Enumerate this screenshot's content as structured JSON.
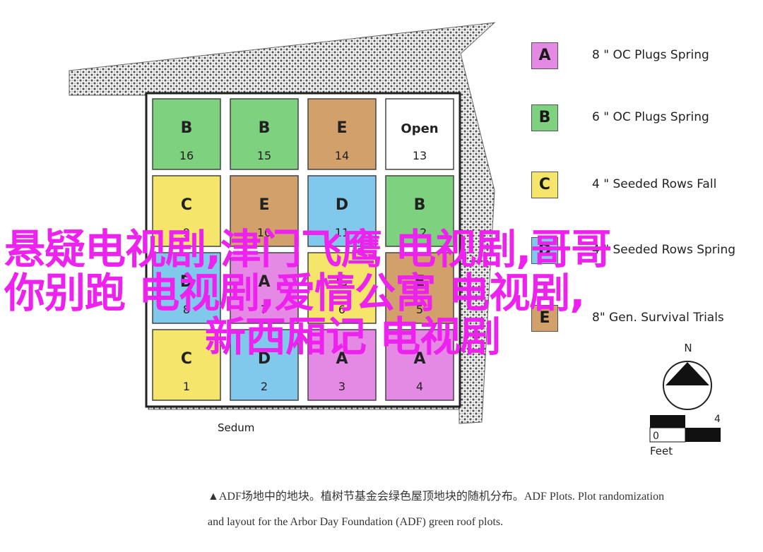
{
  "plots": [
    {
      "letter": "B",
      "number": "16",
      "color": "#7ed17e"
    },
    {
      "letter": "B",
      "number": "15",
      "color": "#7ed17e"
    },
    {
      "letter": "E",
      "number": "14",
      "color": "#d2a06b"
    },
    {
      "letter": "Open",
      "number": "13",
      "color": "#ffffff"
    },
    {
      "letter": "C",
      "number": "9",
      "color": "#f5e66b"
    },
    {
      "letter": "E",
      "number": "10",
      "color": "#d2a06b"
    },
    {
      "letter": "D",
      "number": "11",
      "color": "#80c8ec"
    },
    {
      "letter": "B",
      "number": "12",
      "color": "#7ed17e"
    },
    {
      "letter": "D",
      "number": "8",
      "color": "#80c8ec"
    },
    {
      "letter": "A",
      "number": "7",
      "color": "#e48ae4"
    },
    {
      "letter": "C",
      "number": "6",
      "color": "#f5e66b"
    },
    {
      "letter": "E",
      "number": "5",
      "color": "#d2a06b"
    },
    {
      "letter": "C",
      "number": "1",
      "color": "#f5e66b"
    },
    {
      "letter": "D",
      "number": "2",
      "color": "#80c8ec"
    },
    {
      "letter": "A",
      "number": "3",
      "color": "#e48ae4"
    },
    {
      "letter": "A",
      "number": "4",
      "color": "#e48ae4"
    }
  ],
  "legend": [
    {
      "letter": "A",
      "text": "8 \"  OC Plugs  Spring",
      "color": "#e48ae4"
    },
    {
      "letter": "B",
      "text": "6 \"  OC  Plugs  Spring",
      "color": "#7ed17e"
    },
    {
      "letter": "C",
      "text": "4 \"  Seeded Rows  Fall",
      "color": "#f5e66b"
    },
    {
      "letter": "D",
      "text": "4 \"  Seeded Rows Spring",
      "color": "#80c8ec"
    },
    {
      "letter": "E",
      "text": "8\"  Gen. Survival Trials",
      "color": "#d2a06b"
    }
  ],
  "sedum_label": "Sedum",
  "compass": {
    "north": "N"
  },
  "scale": {
    "zero": "0",
    "four": "4",
    "unit": "Feet"
  },
  "overlay": {
    "line1": "悬疑电视剧,津门飞鹰 电视剧,哥哥",
    "line2": "你别跑 电视剧,爱情公寓 电视剧,",
    "line3": "新西厢记 电视剧"
  },
  "caption": {
    "line1": "▲ADF场地中的地块。植树节基金会绿色屋顶地块的随机分布。ADF Plots. Plot randomization",
    "line2": "and layout for the Arbor Day Foundation (ADF) green roof plots."
  },
  "colors": {
    "overlay": "#ee22ee",
    "gravel": "#8a8a8a",
    "frame": "#222222"
  }
}
